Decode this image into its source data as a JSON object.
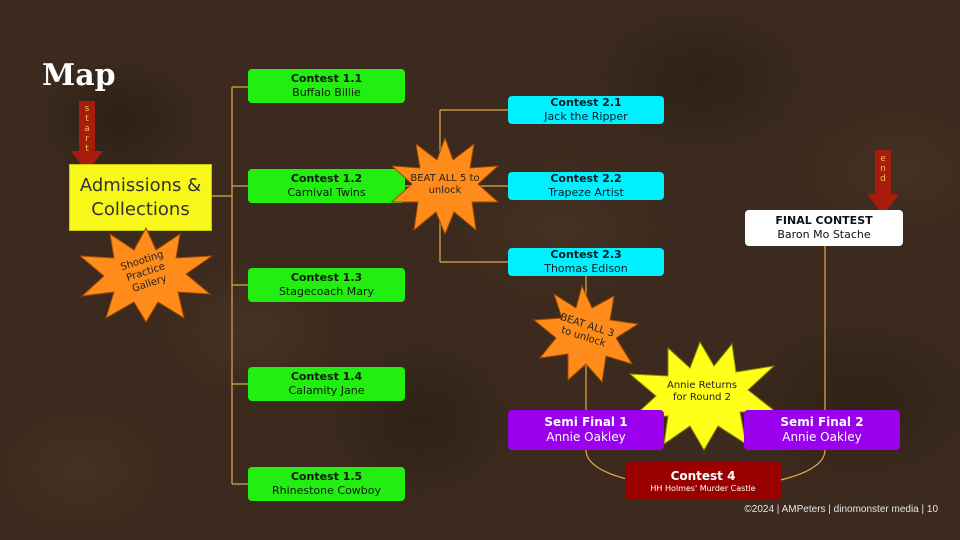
{
  "slide": {
    "title": "Map",
    "footer": "©2024 | AMPeters | dinomonster media | 10"
  },
  "colors": {
    "round1": "#22ee11",
    "round2": "#00f0ff",
    "semifinal": "#9a00ee",
    "contest4": "#990000",
    "final": "#ffffff",
    "admissions": "#f7f71a",
    "burst_orange": "#ff8c1a",
    "burst_yellow": "#ffff1a",
    "connector": "#e0a94a",
    "arrow": "#a81c0c"
  },
  "start_arrow": {
    "letters": [
      "s",
      "t",
      "a",
      "r",
      "t"
    ]
  },
  "end_arrow": {
    "letters": [
      "e",
      "n",
      "d"
    ]
  },
  "admissions": {
    "label": "Admissions & Collections"
  },
  "bursts": {
    "shooting": "Shooting Practice Gallery",
    "beat5": "BEAT ALL 5 to unlock",
    "beat3": "BEAT ALL 3 to unlock",
    "annie": "Annie Returns for Round 2"
  },
  "round1": [
    {
      "title": "Contest 1.1",
      "name": "Buffalo Billie"
    },
    {
      "title": "Contest 1.2",
      "name": "Carnival Twins"
    },
    {
      "title": "Contest 1.3",
      "name": "Stagecoach Mary"
    },
    {
      "title": "Contest 1.4",
      "name": "Calamity Jane"
    },
    {
      "title": "Contest 1.5",
      "name": "Rhinestone Cowboy"
    }
  ],
  "round2": [
    {
      "title": "Contest 2.1",
      "name": "Jack the Ripper"
    },
    {
      "title": "Contest 2.2",
      "name": "Trapeze Artist"
    },
    {
      "title": "Contest 2.3",
      "name": "Thomas Edison"
    }
  ],
  "semi1": {
    "title": "Semi Final 1",
    "name": "Annie Oakley"
  },
  "semi2": {
    "title": "Semi Final 2",
    "name": "Annie Oakley"
  },
  "contest4": {
    "title": "Contest 4",
    "name": "HH Holmes' Murder Castle"
  },
  "final": {
    "title": "FINAL CONTEST",
    "name": "Baron Mo Stache"
  }
}
